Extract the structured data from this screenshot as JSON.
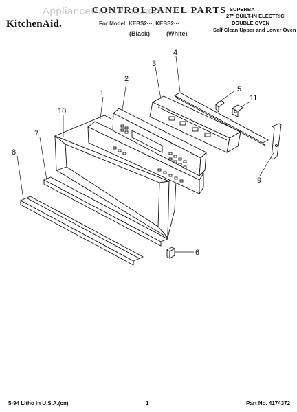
{
  "header": {
    "brand": "KitchenAid.",
    "title": "CONTROL PANEL PARTS",
    "model_line": "For Model: KEBS2···, KEBS2···",
    "color_black": "(Black)",
    "color_white": "(White)",
    "description": [
      "SUPERBA",
      "27\" BUILT-IN ELECTRIC",
      "DOUBLE OVEN",
      "Self Clean Upper and Lower Oven"
    ],
    "watermark": "AppliancePartsPros.com"
  },
  "footer": {
    "litho": "5-94 Litho in U.S.A.(cn)",
    "page": "1",
    "part_no": "Part No. 4174372"
  },
  "callouts": [
    "1",
    "2",
    "3",
    "4",
    "5",
    "6",
    "7",
    "8",
    "9",
    "10",
    "11"
  ],
  "colors": {
    "ink": "#111111",
    "watermark": "#c6c6c6"
  }
}
